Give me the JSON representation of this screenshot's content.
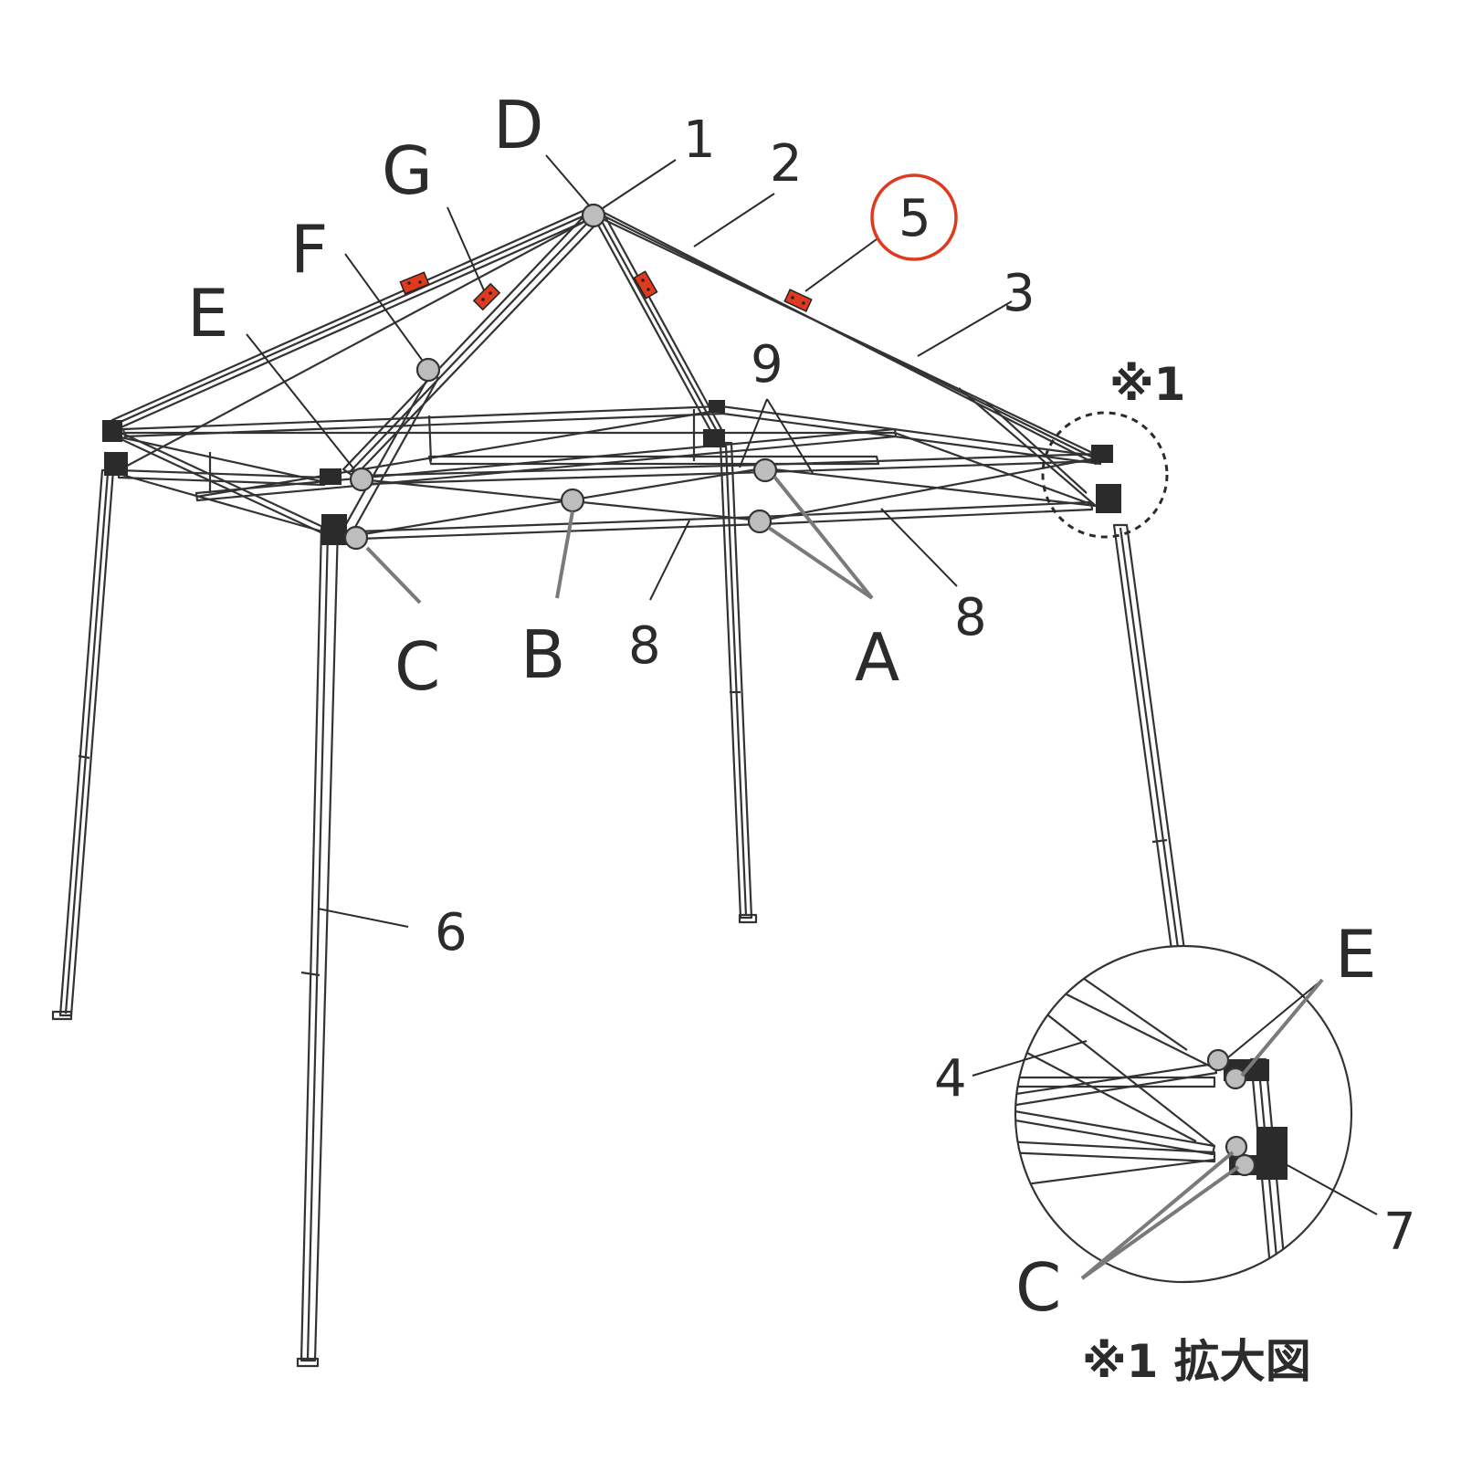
{
  "labels": {
    "A": "A",
    "B": "B",
    "C": "C",
    "D": "D",
    "E": "E",
    "F": "F",
    "G": "G",
    "n1": "1",
    "n2": "2",
    "n3": "3",
    "n5": "5",
    "n6": "6",
    "n8a": "8",
    "n8b": "8",
    "n9": "9"
  },
  "detail": {
    "marker": "※1",
    "caption": "※1 拡大図",
    "E": "E",
    "C": "C",
    "n4": "4",
    "n7": "7"
  },
  "colors": {
    "highlight": "#e03a1e",
    "joint": "#bdbdbd",
    "bracket": "#2b2b2b"
  }
}
